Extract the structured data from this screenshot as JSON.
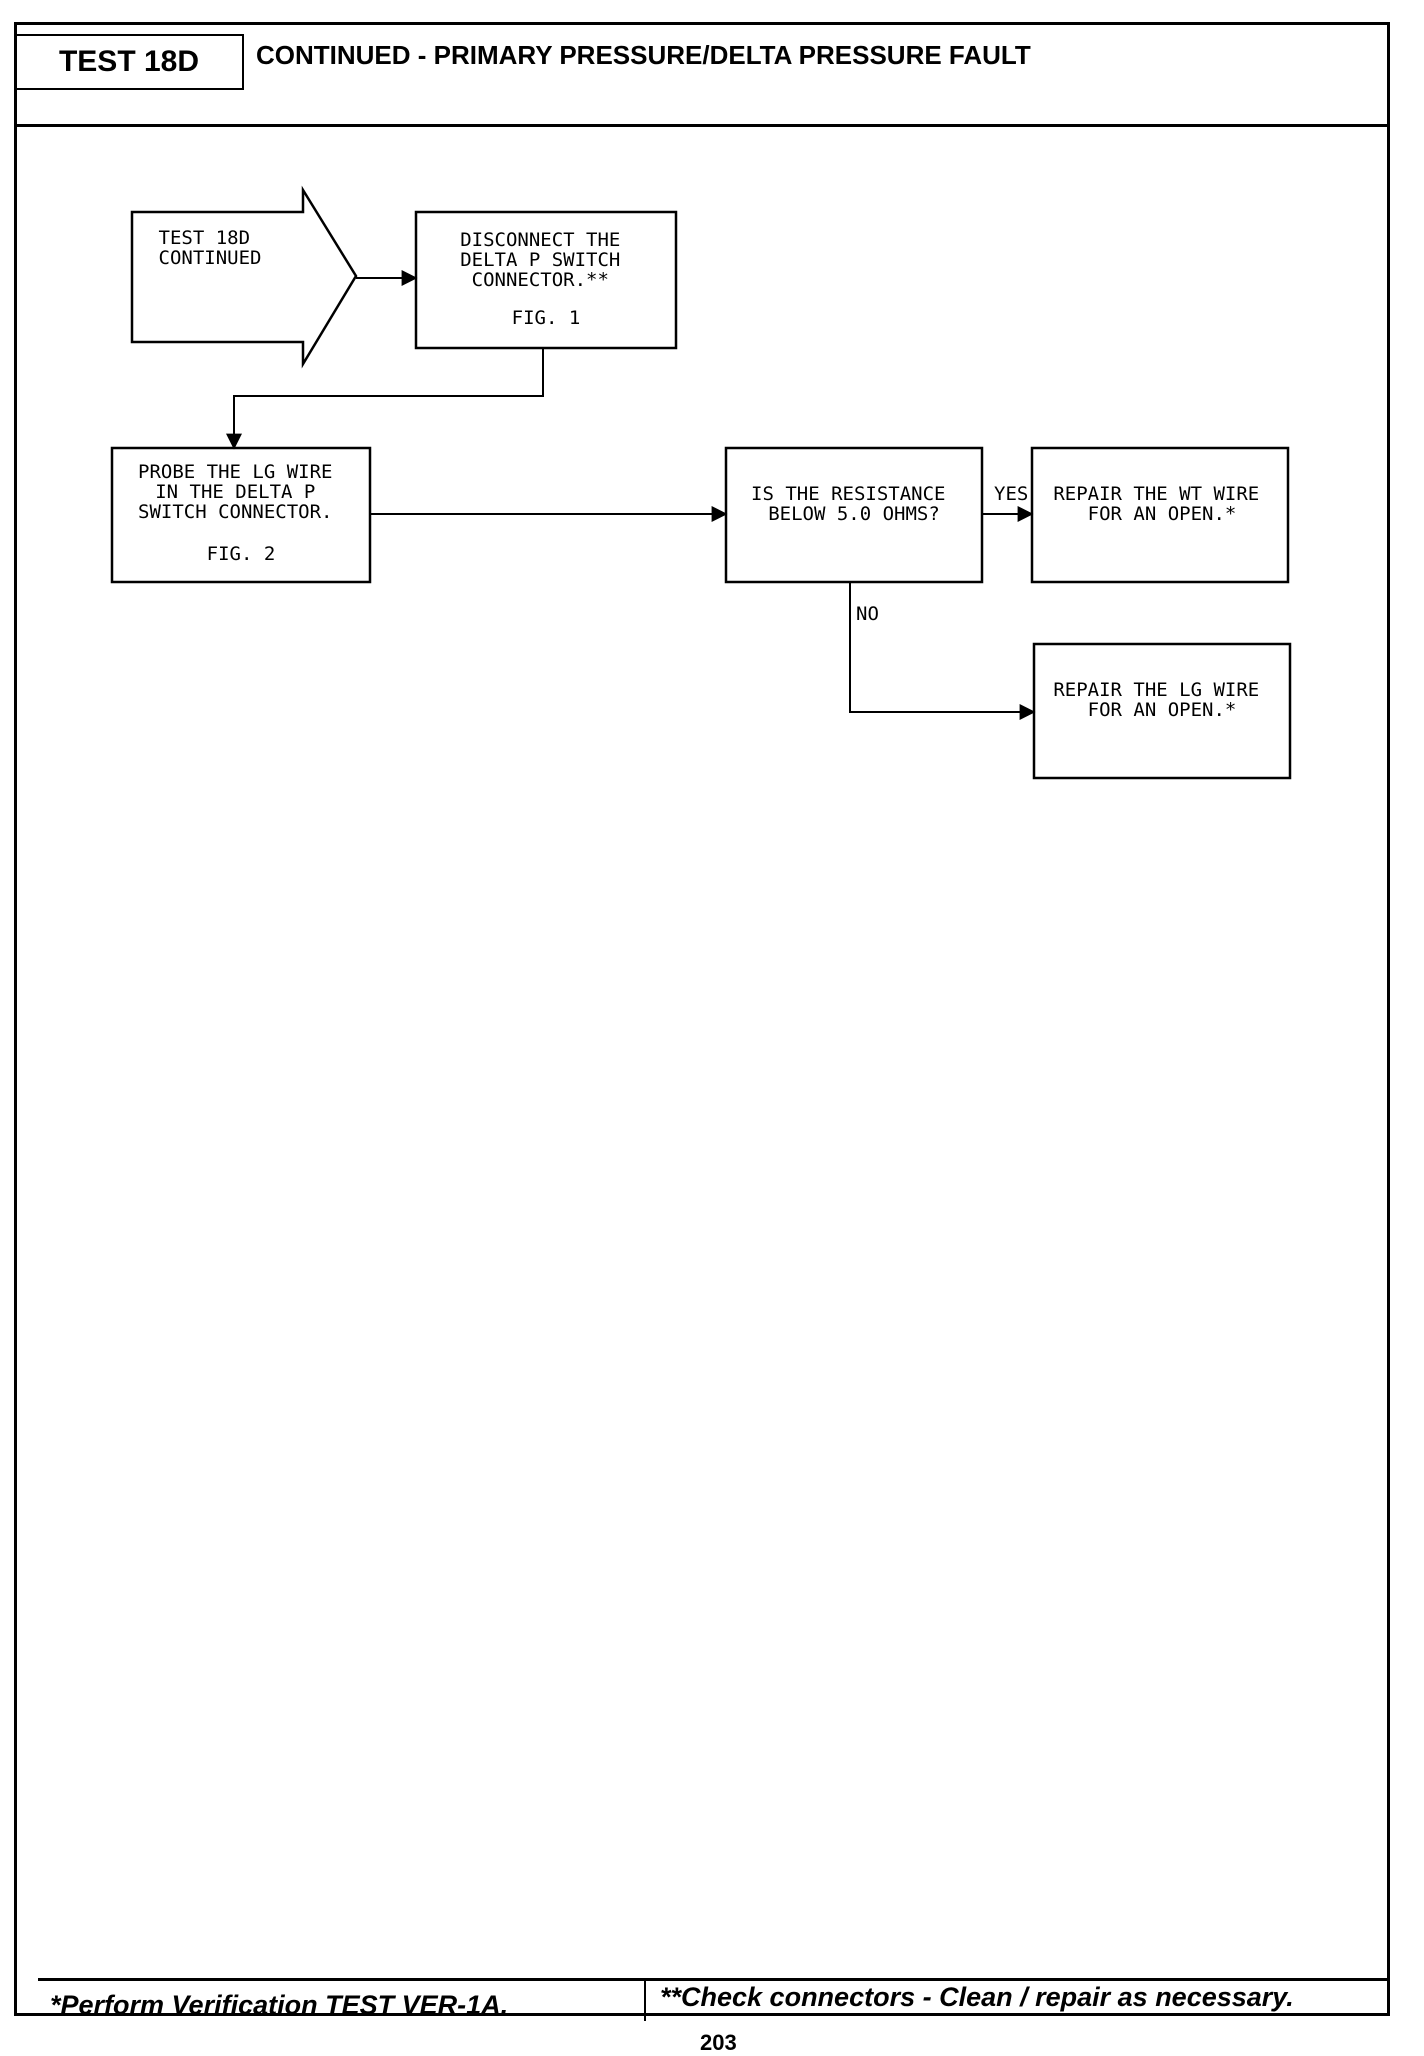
{
  "header": {
    "test_id": "TEST 18D",
    "title": "CONTINUED - PRIMARY PRESSURE/DELTA PRESSURE FAULT"
  },
  "flowchart": {
    "start": {
      "lines": [
        "TEST 18D",
        "CONTINUED"
      ]
    },
    "disconnect": {
      "lines": [
        "DISCONNECT THE",
        "DELTA P SWITCH",
        "CONNECTOR.**"
      ],
      "fig": "FIG. 1"
    },
    "probe": {
      "lines": [
        "PROBE THE LG WIRE",
        "IN THE DELTA P",
        "SWITCH CONNECTOR."
      ],
      "fig": "FIG. 2"
    },
    "question": {
      "lines": [
        "IS THE RESISTANCE",
        "BELOW 5.0 OHMS?"
      ]
    },
    "repair_wt": {
      "lines": [
        "REPAIR THE WT WIRE",
        "FOR AN OPEN.*"
      ]
    },
    "repair_lg": {
      "lines": [
        "REPAIR THE LG WIRE",
        "FOR AN OPEN.*"
      ]
    },
    "yes_label": "YES",
    "no_label": "NO"
  },
  "footer": {
    "left_note": "*Perform Verification TEST VER-1A.",
    "right_note": "**Check connectors - Clean / repair as necessary."
  },
  "page_number": "203"
}
